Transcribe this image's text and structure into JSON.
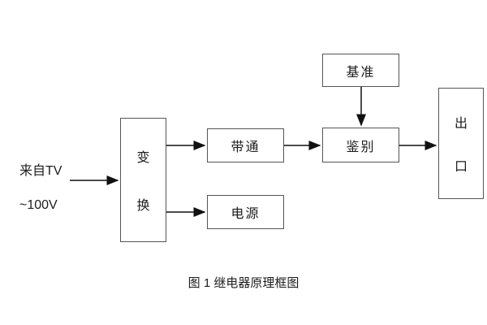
{
  "diagram": {
    "input": {
      "line1": "来自TV",
      "line2": "~100V"
    },
    "blocks": {
      "transform": "变换",
      "bandpass": "带通",
      "reference": "基准",
      "discriminator": "鉴别",
      "output": "出口",
      "power": "电源"
    },
    "caption": "图 1  继电器原理框图",
    "colors": {
      "line": "#111111",
      "border": "#555555",
      "background": "#ffffff"
    }
  }
}
